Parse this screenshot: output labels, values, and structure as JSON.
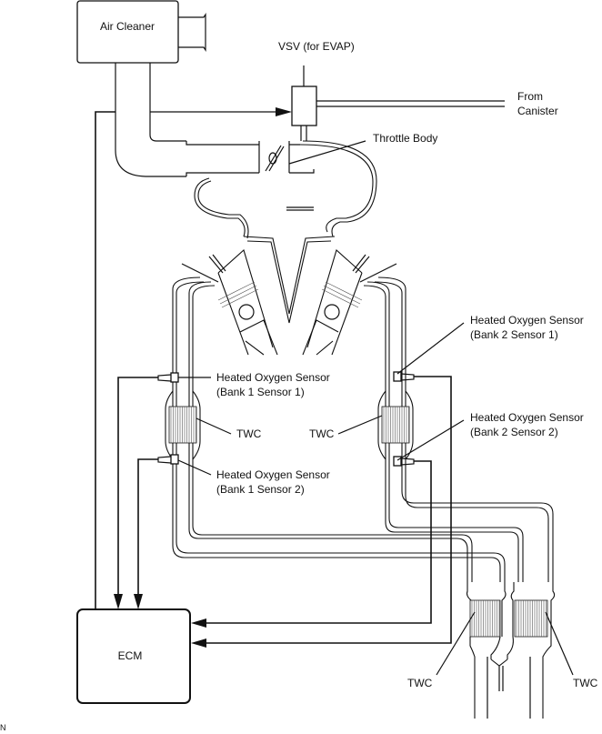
{
  "diagram": {
    "title": "Engine air intake, EVAP and exhaust sensor system",
    "components": {
      "air_cleaner": "Air Cleaner",
      "vsv": "VSV (for EVAP)",
      "from_canister_line1": "From",
      "from_canister_line2": "Canister",
      "throttle_body": "Throttle Body",
      "ecm": "ECM"
    },
    "sensors": {
      "b1s1_line1": "Heated Oxygen Sensor",
      "b1s1_line2": "(Bank 1 Sensor 1)",
      "b1s2_line1": "Heated Oxygen Sensor",
      "b1s2_line2": "(Bank 1 Sensor 2)",
      "b2s1_line1": "Heated Oxygen Sensor",
      "b2s1_line2": "(Bank 2 Sensor 1)",
      "b2s2_line1": "Heated Oxygen Sensor",
      "b2s2_line2": "(Bank 2 Sensor 2)"
    },
    "catalysts": {
      "twc_bank1": "TWC",
      "twc_bank2": "TWC",
      "twc_lower_left": "TWC",
      "twc_lower_right": "TWC"
    },
    "corner_mark": "N"
  }
}
